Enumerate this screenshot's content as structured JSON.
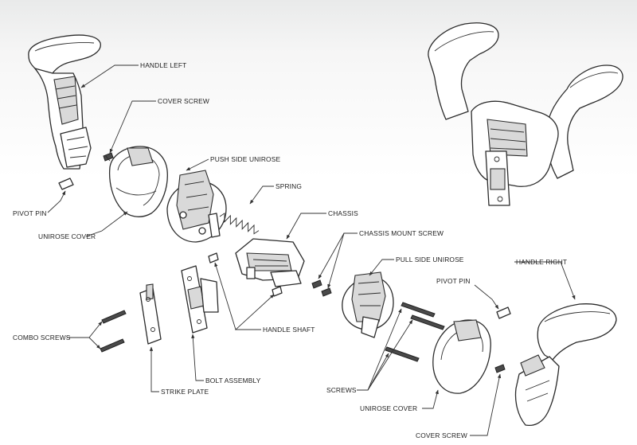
{
  "labels": {
    "handle_left": "HANDLE LEFT",
    "cover_screw_top": "COVER SCREW",
    "push_side_unirose": "PUSH SIDE UNIROSE",
    "spring": "SPRING",
    "chassis": "CHASSIS",
    "chassis_mount_screw": "CHASSIS MOUNT SCREW",
    "pull_side_unirose": "PULL SIDE UNIROSE",
    "pivot_pin_left": "PIVOT PIN",
    "unirose_cover_left": "UNIROSE COVER",
    "handle_right": "HANDLE RIGHT",
    "pivot_pin_right": "PIVOT PIN",
    "combo_screws": "COMBO SCREWS",
    "handle_shaft": "HANDLE SHAFT",
    "bolt_assembly": "BOLT ASSEMBLY",
    "strike_plate": "STRIKE PLATE",
    "screws": "SCREWS",
    "unirose_cover_right": "UNIROSE COVER",
    "cover_screw_bottom": "COVER SCREW"
  }
}
